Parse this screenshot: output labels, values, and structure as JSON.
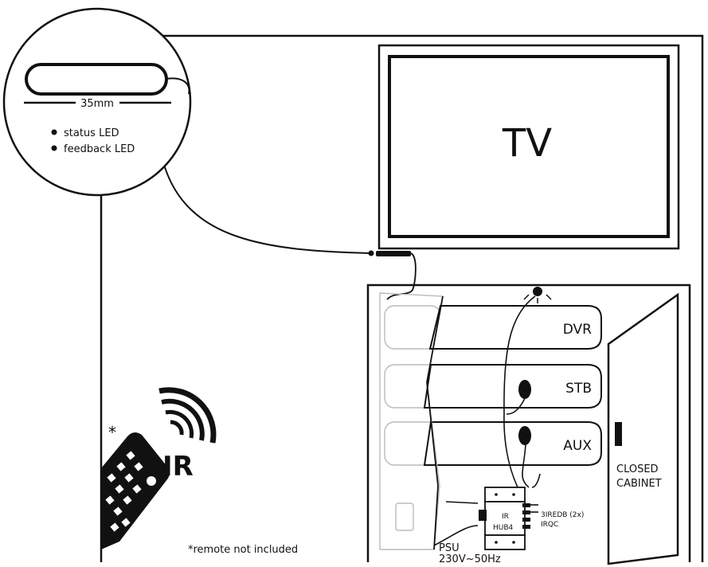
{
  "diagram": {
    "zoom": {
      "dimension": "35mm",
      "legend": [
        "status LED",
        "feedback LED"
      ]
    },
    "tv_label": "TV",
    "cabinet": {
      "shelves": [
        "DVR",
        "STB",
        "AUX"
      ],
      "door_label": [
        "CLOSED",
        "CABINET"
      ]
    },
    "hub": {
      "name": [
        "IR",
        "HUB4"
      ],
      "outputs": [
        "3IREDB (2x)",
        "IRQC"
      ],
      "psu": [
        "PSU",
        "230V~50Hz"
      ]
    },
    "remote": {
      "asterisk": "*",
      "signal_label": "IR",
      "footnote": "*remote not included"
    }
  }
}
